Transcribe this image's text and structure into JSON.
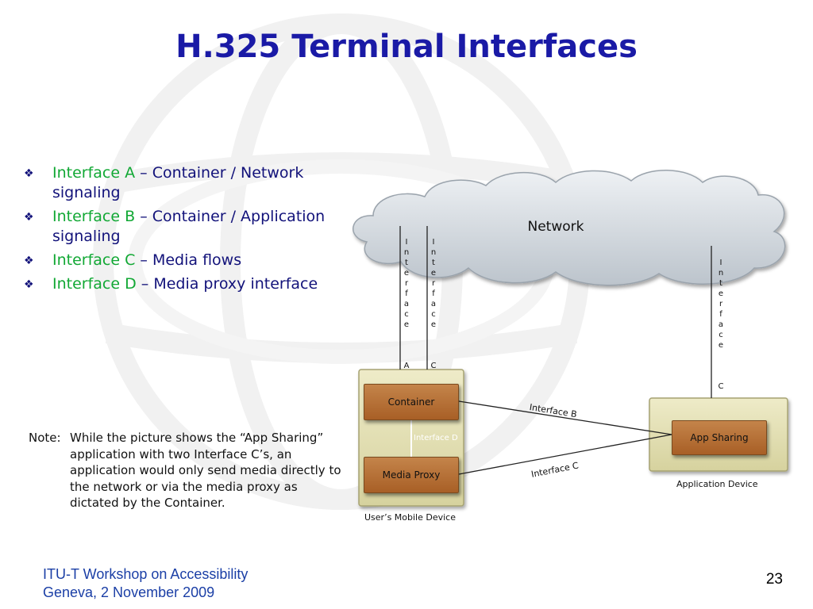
{
  "slide": {
    "title": "H.325 Terminal Interfaces",
    "page_number": "23"
  },
  "bullets": [
    {
      "key": "Interface A",
      "desc": "– Container / Network signaling"
    },
    {
      "key": "Interface B",
      "desc": "– Container / Application signaling"
    },
    {
      "key": "Interface C",
      "desc": "– Media flows"
    },
    {
      "key": "Interface D",
      "desc": "– Media proxy interface"
    }
  ],
  "note": {
    "label": "Note:",
    "text": "While the picture shows the “App Sharing” application with two Interface C’s, an application would only send media directly to the network or via the media proxy as dictated by the Container."
  },
  "footer": {
    "line1": "ITU-T Workshop on Accessibility",
    "line2": "Geneva, 2 November 2009"
  },
  "diagram": {
    "network_label": "Network",
    "vertical_labels": {
      "interface_a": {
        "word": "Interface",
        "letter": "A"
      },
      "interface_c_left": {
        "word": "Interface",
        "letter": "C"
      },
      "interface_c_right": {
        "word": "Interface",
        "letter": "C"
      }
    },
    "container_label": "Container",
    "media_proxy_label": "Media Proxy",
    "app_sharing_label": "App Sharing",
    "interface_d_label": "Interface D",
    "interface_b_label": "Interface B",
    "interface_c_label": "Interface C",
    "mobile_device_label": "User’s Mobile Device",
    "application_device_label": "Application Device"
  },
  "colors": {
    "title": "#1a1aa6",
    "bullet_key": "#11a834",
    "bullet_desc": "#12127a",
    "footer": "#1b3fa6",
    "box_brown": "#b06a30",
    "device_panel": "#e4e0b4"
  }
}
